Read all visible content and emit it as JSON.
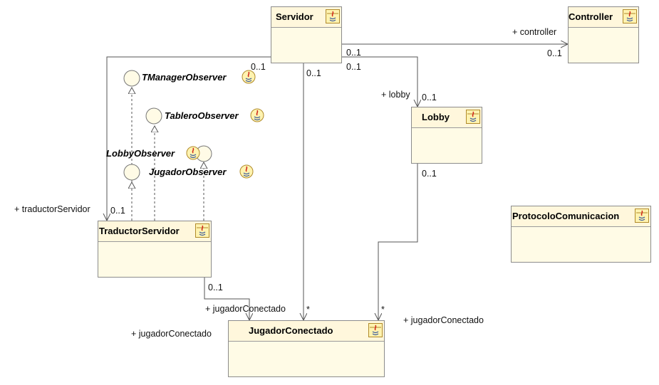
{
  "classes": {
    "servidor": "Servidor",
    "controller": "Controller",
    "lobby": "Lobby",
    "traductor": "TraductorServidor",
    "jugador": "JugadorConectado",
    "protocolo": "ProtocoloComunicacion"
  },
  "interfaces": {
    "tmanager": "TManagerObserver",
    "tablero": "TableroObserver",
    "lobbyobs": "LobbyObserver",
    "jugadorobs": "JugadorObserver"
  },
  "labels": {
    "controller_role": "+ controller",
    "controller_mult_target": "0..1",
    "servidor_mult_ctrl": "0..1",
    "servidor_mult_lobby": "0..1",
    "servidor_mult_jugador": "0..1",
    "servidor_mult_traductor": "0..1",
    "lobby_role": "+ lobby",
    "lobby_mult_target": "0..1",
    "lobby_mult_source": "0..1",
    "lobby_jugador_mult": "*",
    "lobby_jugador_role": "+ jugadorConectado",
    "traductor_role": "+ traductorServidor",
    "traductor_mult_target": "0..1",
    "traductor_mult_source": "0..1",
    "traductor_jugador_role_top": "+ jugadorConectado",
    "traductor_jugador_role_left": "+ jugadorConectado",
    "servidor_jugador_mult": "*"
  },
  "colors": {
    "class_fill": "#fffbe6",
    "class_border": "#8c8c8c",
    "line": "#555555",
    "java_icon_red": "#d0281c",
    "java_icon_blue": "#3a5a9a"
  },
  "icons": {
    "class_icon": "java-class-icon",
    "interface_icon": "java-interface-icon",
    "arrow_head": "open-arrow-icon",
    "realization_head": "hollow-triangle-icon"
  }
}
